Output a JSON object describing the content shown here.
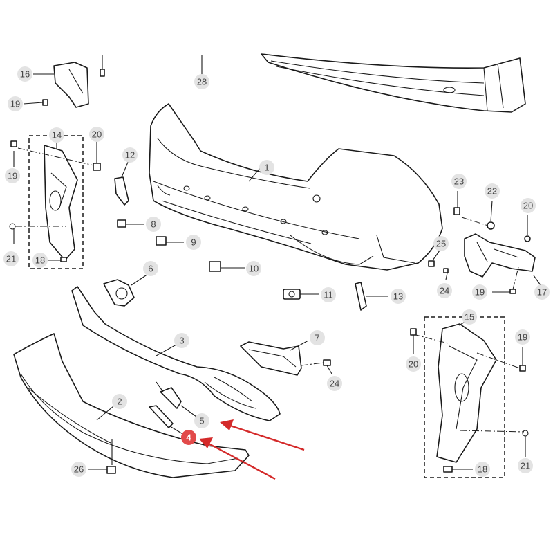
{
  "diagram": {
    "highlight_color": "#e24a4a",
    "arrow_color": "#d42a2a",
    "labels": {
      "l1": "1",
      "l2": "2",
      "l3": "3",
      "l4": "4",
      "l5": "5",
      "l6": "6",
      "l7": "7",
      "l8": "8",
      "l9": "9",
      "l10": "10",
      "l11": "11",
      "l12": "12",
      "l13": "13",
      "l14": "14",
      "l15": "15",
      "l16": "16",
      "l17": "17",
      "l18a": "18",
      "l18b": "18",
      "l19a": "19",
      "l19b": "19",
      "l19c": "19",
      "l19d": "19",
      "l20a": "20",
      "l20b": "20",
      "l20c": "20",
      "l21a": "21",
      "l21b": "21",
      "l22": "22",
      "l23": "23",
      "l24a": "24",
      "l24b": "24",
      "l25": "25",
      "l26": "26",
      "l28": "28"
    }
  }
}
